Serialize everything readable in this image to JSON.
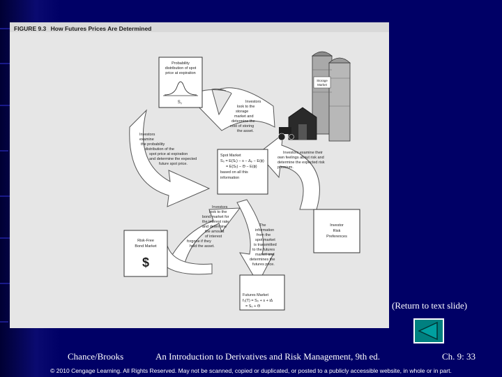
{
  "figure": {
    "number": "FIGURE 9.3",
    "title": "How Futures Prices Are Determined",
    "probability_box": [
      "Probability",
      "distribution of spot",
      "price at expiration"
    ],
    "probability_axis": "S",
    "probability_axis_sub": "T",
    "storage_label": [
      "Storage",
      "Market"
    ],
    "storage_arrow_text": [
      "Investors",
      "look to the",
      "storage",
      "market and",
      "determine the",
      "cost of storing",
      "the asset."
    ],
    "examine_text": [
      "Investors",
      "examine",
      "the probability",
      "distribution of the",
      "spot price at expiration",
      "and determine the expected",
      "future spot price."
    ],
    "spot_market": [
      "Spot Market",
      "S₀ = E(Sₜ) − s − Δₚ − E(ϕ)",
      "= E(Sₜ) − Θ − E(ϕ)",
      "based on all this",
      "information"
    ],
    "risk_arrow_text": [
      "Investors examine their",
      "own feelings about risk and",
      "determine the expected risk",
      "premium."
    ],
    "investor_risk": [
      "Investor",
      "Risk",
      "Preferences"
    ],
    "bond_arrow_text": [
      "Investors",
      "look to the",
      "bond market for",
      "the interest rate",
      "and determine",
      "the amount",
      "of interest",
      "forgone if they",
      "hold the asset."
    ],
    "transmitted_text": [
      "The",
      "information",
      "from the",
      "spot market",
      "is transmitted",
      "to the futures",
      "market and",
      "determines the",
      "futures price."
    ],
    "risk_free_box": [
      "Risk-Free",
      "Bond Market"
    ],
    "dollar": "$",
    "futures_market": [
      "Futures Market",
      "f₀(T) = S₀ + s + iΔ",
      "= S₀ + Θ"
    ]
  },
  "nav": {
    "return_link": "(Return to text slide)",
    "back_button_icon": "left-triangle-icon"
  },
  "footer": {
    "author": "Chance/Brooks",
    "book": "An Introduction to Derivatives and Risk Management, 9th ed.",
    "chapter": "Ch. 9: 33",
    "copyright": "© 2010 Cengage Learning. All Rights Reserved. May not be scanned, copied or duplicated, or posted to a publicly accessible website, in whole or in part."
  },
  "colors": {
    "background": "#000066",
    "button": "#008080",
    "text": "#ffffff"
  }
}
